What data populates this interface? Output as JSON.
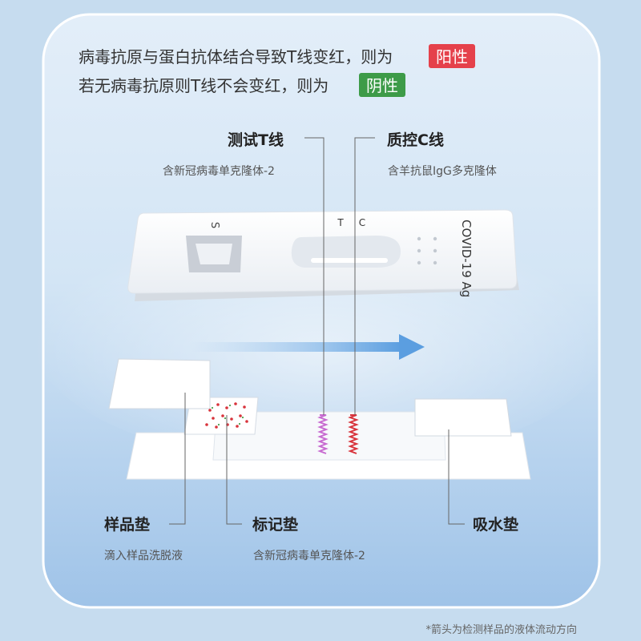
{
  "header": {
    "line1_text": "病毒抗原与蛋白抗体结合导致T线变红，则为",
    "positive_badge": "阳性",
    "line2_text": "若无病毒抗原则T线不会变红，则为",
    "negative_badge": "阴性"
  },
  "top_labels": {
    "test_line": {
      "title": "测试T线",
      "desc": "含新冠病毒单克隆体-2"
    },
    "control_line": {
      "title": "质控C线",
      "desc": "含羊抗鼠IgG多克隆体"
    }
  },
  "cassette": {
    "well_letter": "S",
    "t_letter": "T",
    "c_letter": "C",
    "brand": "COVID-19 Ag"
  },
  "bottom_labels": {
    "sample_pad": {
      "title": "样品垫",
      "desc": "滴入样品洗脱液"
    },
    "label_pad": {
      "title": "标记垫",
      "desc": "含新冠病毒单克隆体-2"
    },
    "absorbent_pad": {
      "title": "吸水垫"
    }
  },
  "footnote": "*箭头为检测样品的液体流动方向",
  "colors": {
    "positive": "#e5414b",
    "negative": "#3d9b48",
    "test_line": "#c76ad0",
    "control_line": "#d8333b",
    "arrow": "#6ea8e0"
  }
}
